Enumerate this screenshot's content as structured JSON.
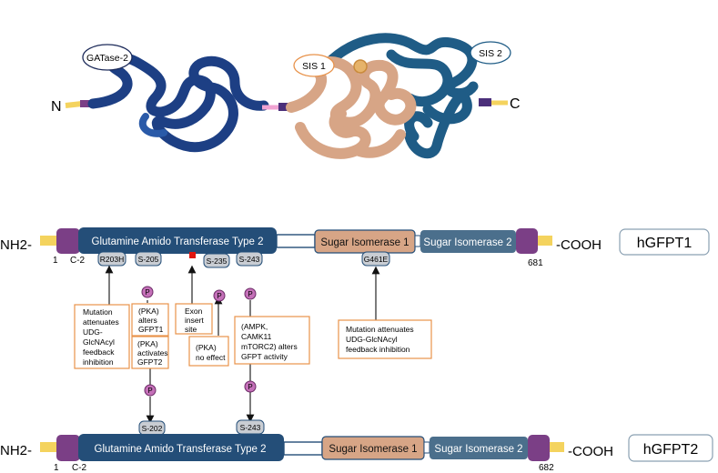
{
  "structure": {
    "gatase_label": "GATase-2",
    "sis1_label": "SIS 1",
    "sis2_label": "SIS 2",
    "n_label": "N",
    "c_label": "C"
  },
  "gfpt1": {
    "name": "hGFPT1",
    "n_term": "NH2-",
    "c_term": "-COOH",
    "start": "1",
    "c2": "C-2",
    "end": "681",
    "gat_domain": "Glutamine Amido Transferase Type 2",
    "sis1": "Sugar Isomerase 1",
    "sis2": "Sugar Isomerase 2",
    "sites": [
      "R203H",
      "S-205",
      "S-235",
      "S-243",
      "G461E"
    ]
  },
  "gfpt2": {
    "name": "hGFPT2",
    "n_term": "NH2-",
    "c_term": "-COOH",
    "start": "1",
    "c2": "C-2",
    "end": "682",
    "gat_domain": "Glutamine Amido Transferase Type 2",
    "sis1": "Sugar Isomerase 1",
    "sis2": "Sugar Isomerase 2",
    "sites": [
      "S-202",
      "S-243"
    ]
  },
  "phospho_label": "P",
  "notes": {
    "r203h": [
      "Mutation",
      "attenuates",
      "UDG-",
      "GlcNAcyl",
      "feedback",
      "inhibition"
    ],
    "pka_gfpt1": [
      "(PKA)",
      "alters",
      "GFPT1"
    ],
    "pka_gfpt2": [
      "(PKA)",
      "activates",
      "GFPT2"
    ],
    "exon": [
      "Exon",
      "insert",
      "site"
    ],
    "pka_none": [
      "(PKA)",
      "no effect"
    ],
    "ampk": [
      "(AMPK,",
      "CAMK11",
      "mTORC2)  alters",
      "GFPT activity"
    ],
    "g461e": [
      "Mutation     attenuates",
      "UDG-GlcNAcyl",
      "feedback  inhibition"
    ]
  },
  "colors": {
    "gat": "#244e78",
    "sis1": "#d7a586",
    "sis2": "#4b6f8c",
    "terminal": "#7b3f86",
    "yellow": "#f4d35e",
    "note_border": "#e8924a",
    "site_fill": "#c9cdd3",
    "phospho": "#c470b8",
    "exon": "#e0150f"
  }
}
